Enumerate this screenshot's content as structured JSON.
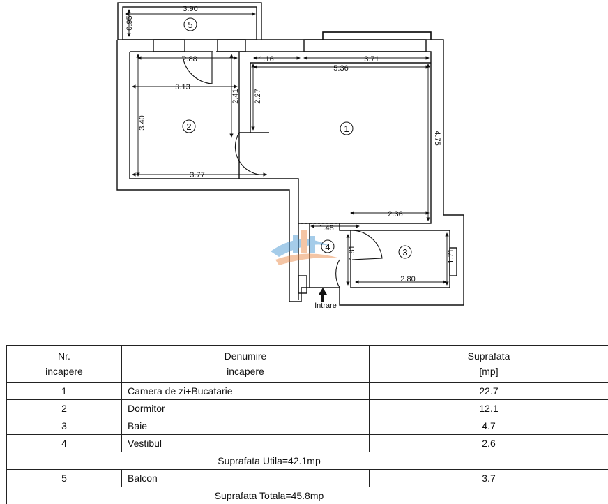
{
  "plan": {
    "rooms": [
      {
        "number": "1"
      },
      {
        "number": "2"
      },
      {
        "number": "3"
      },
      {
        "number": "4"
      },
      {
        "number": "5"
      }
    ],
    "dimensions": [
      "3.90",
      "0.95",
      "2.88",
      "1.16",
      "3.71",
      "5.36",
      "3.13",
      "2.41",
      "2.27",
      "3.40",
      "4.75",
      "3.77",
      "2.36",
      "1.48",
      "1.81",
      "1.71",
      "2.80"
    ],
    "entrance_label": "Intrare"
  },
  "table": {
    "header": {
      "col1_line1": "Nr.",
      "col1_line2": "incapere",
      "col2_line1": "Denumire",
      "col2_line2": "incapere",
      "col3_line1": "Suprafata",
      "col3_line2": "[mp]"
    },
    "rows": [
      {
        "nr": "1",
        "name": "Camera de zi+Bucatarie",
        "area": "22.7"
      },
      {
        "nr": "2",
        "name": "Dormitor",
        "area": "12.1"
      },
      {
        "nr": "3",
        "name": "Baie",
        "area": "4.7"
      },
      {
        "nr": "4",
        "name": "Vestibul",
        "area": "2.6"
      }
    ],
    "useful_area": "Suprafata Utila=42.1mp",
    "balcony": {
      "nr": "5",
      "name": "Balcon",
      "area": "3.7"
    },
    "total_area": "Suprafata Totala=45.8mp"
  },
  "colors": {
    "line": "#111111",
    "watermark_blue": "#3a8fd0",
    "watermark_orange": "#e8803a"
  }
}
